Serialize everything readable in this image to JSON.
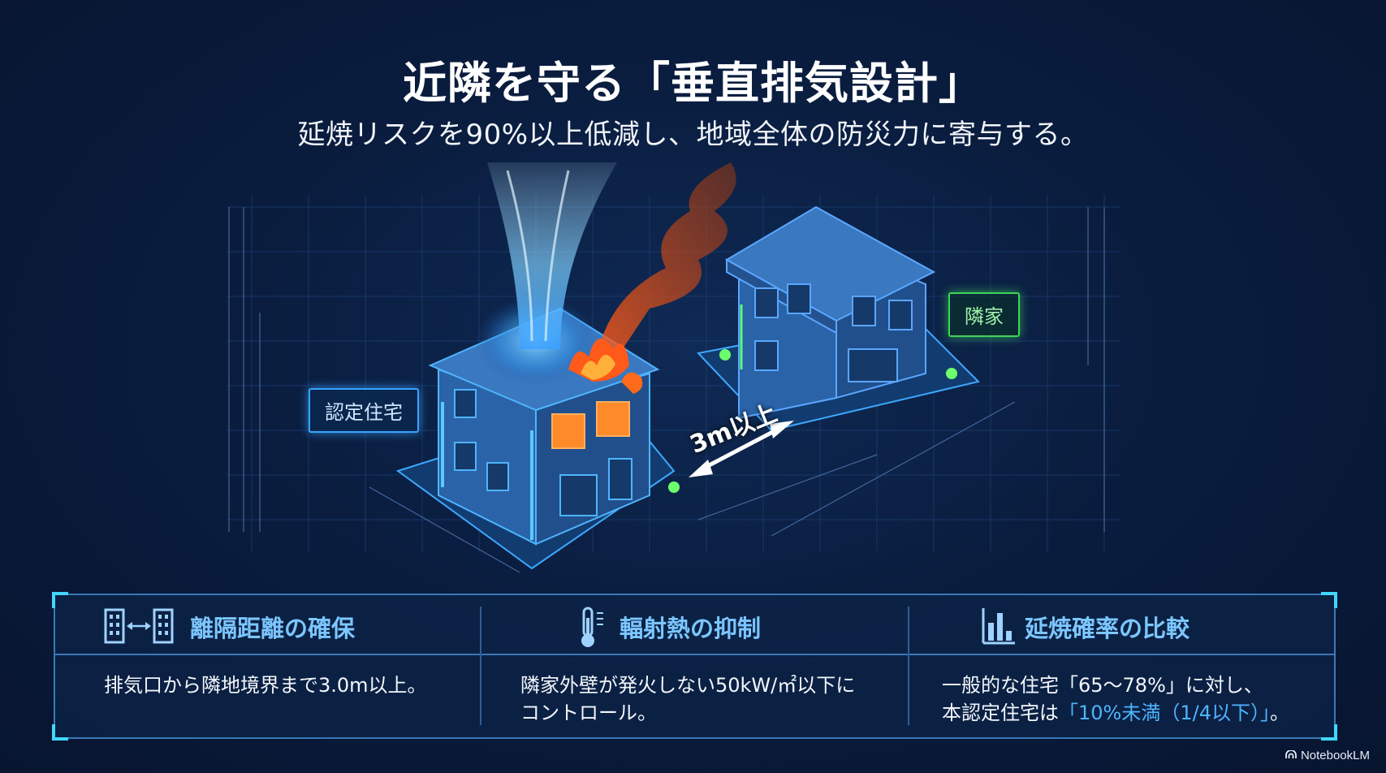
{
  "title": "近隣を守る「垂直排気設計」",
  "subtitle": "延焼リスクを90%以上低減し、地域全体の防災力に寄与する。",
  "labels": {
    "own_house": "認定住宅",
    "neighbor_house": "隣家",
    "distance": "3m以上"
  },
  "features": [
    {
      "icon": "buildings-distance-icon",
      "heading": "離隔距離の確保",
      "line1": "排気口から隣地境界まで3.0m以上。",
      "line2": ""
    },
    {
      "icon": "thermometer-icon",
      "heading": "輻射熱の抑制",
      "line1": "隣家外壁が発火しない50kW/㎡以下に",
      "line2": "コントロール。"
    },
    {
      "icon": "bar-chart-icon",
      "heading": "延焼確率の比較",
      "line1": "一般的な住宅「65〜78%」に対し、",
      "line2_prefix": "本認定住宅は",
      "line2_highlight": "「10%未満（1/4以下）」",
      "line2_suffix": "。"
    }
  ],
  "brand": "NotebookLM",
  "colors": {
    "background": "#0a1d3f",
    "accent_blue": "#4fb4ff",
    "accent_green": "#3fd35a",
    "fire": "#ff6a1a"
  }
}
